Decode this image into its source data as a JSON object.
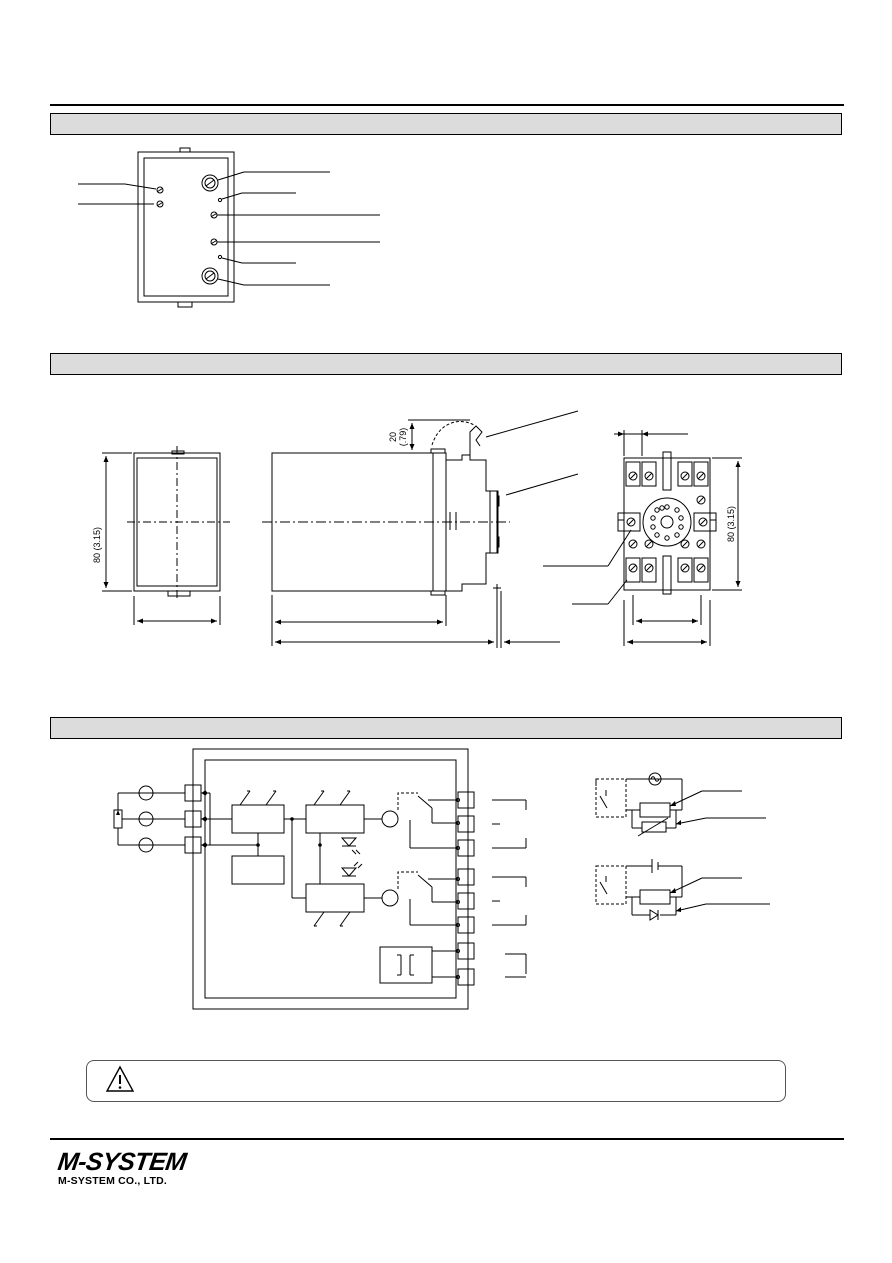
{
  "dimensions": {
    "front_height": "80 (3.15)",
    "din_clearance": "20",
    "din_clearance_in": "(.79)",
    "socket_height": "80 (3.15)"
  },
  "logo": {
    "mark": "M-SYSTEM",
    "company": "M-SYSTEM CO., LTD."
  },
  "colors": {
    "section_bar": "#dcdcdc",
    "line": "#000000"
  },
  "icons": {
    "warning": "warning-triangle-icon",
    "ac_source": "ac-source-icon"
  }
}
